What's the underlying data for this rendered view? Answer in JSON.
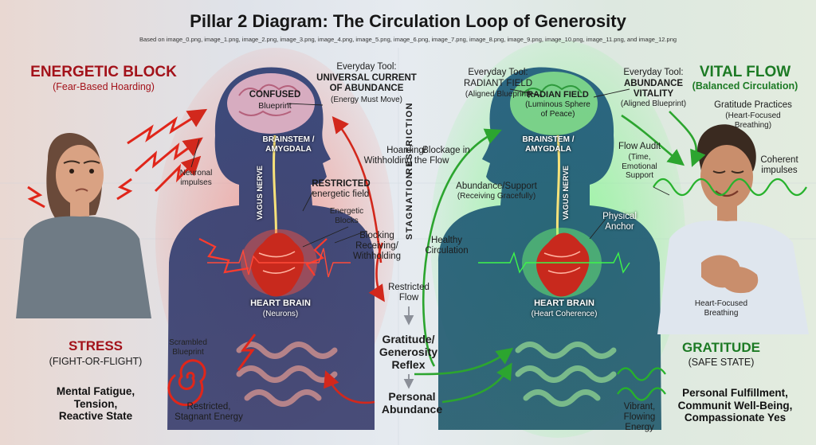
{
  "header": {
    "title": "Pillar 2 Diagram: The Circulation Loop of Generosity",
    "subtitle": "Based on image_0.png, image_1.png, image_2.png, image_3.png, image_4.png, image_5.png, image_6.png, image_7.png, image_8.png, image_9.png, image_10.png, image_11.png, and image_12.png"
  },
  "left": {
    "heading": "ENERGETIC BLOCK",
    "subheading": "(Fear-Based Hoarding)",
    "neuronal_impulses": "Neuronal\nimpulses",
    "state_title": "STRESS",
    "state_sub": "(FIGHT-OR-FLIGHT)",
    "effects": "Mental Fatigue,\nTension,\nReactive State",
    "scrambled": "Scrambled\nBlueprint",
    "restricted_energy": "Restricted,\nStagnant Energy",
    "color": "#a3121a"
  },
  "left_body": {
    "tool_line1": "Everyday Tool:",
    "tool_line2": "UNIVERSAL CURRENT\nOF ABUNDANCE",
    "tool_line3": "(Energy Must Move)",
    "brain_title": "CONFUSED",
    "brain_sub": "Blueprint",
    "brainstem": "BRAINSTEM /\nAMYGDALA",
    "vagus": "VAGUS NERVE",
    "restricted_field_1": "RESTRICTED",
    "restricted_field_2": "energetic field",
    "energetic_blocks": "Energetic\nBlocks",
    "heart_title": "HEART BRAIN",
    "heart_sub": "(Neurons)"
  },
  "center": {
    "vertical_restriction": "RESTRICTION",
    "vertical_stagnation": "STAGNATION",
    "hoarding": "Hoarding/\nWithholding the Flow",
    "blockage": "Blockage in",
    "blocking": "Blocking\nReceiving/\nWithholding",
    "healthy": "Healthy\nCirculation",
    "restricted_flow": "Restricted\nFlow",
    "reflex": "Gratitude/\nGenerosity\nReflex",
    "abundance": "Personal\nAbundance",
    "support_1": "Abundance/Support",
    "support_2": "(Receiving Gracefully)"
  },
  "right_body": {
    "tool1_line1": "Everyday Tool:",
    "tool1_line2": "RADIANT FIELD",
    "tool1_line3": "(Aligned Blueprint)",
    "tool2_line1": "Everyday Tool:",
    "tool2_line2": "ABUNDANCE\nVITALITY",
    "tool2_line3": "(Aligned Blueprint)",
    "brain_title": "RADIAN FIELD",
    "brain_sub": "(Luminous Sphere\nof Peace)",
    "brainstem": "BRAINSTEM /\nAMYGDALA",
    "vagus": "VAGUS NERVE",
    "flow_audit": "Flow Audit",
    "flow_audit_sub": "(Time,\nEmotional\nSupport",
    "physical_anchor": "Physical\nAnchor",
    "heart_title": "HEART BRAIN",
    "heart_sub": "(Heart Coherence)"
  },
  "right": {
    "heading": "VITAL FLOW",
    "subheading": "(Balanced Circulation)",
    "gratitude_practices": "Gratitude Practices",
    "gratitude_sub": "(Heart-Focused\nBreathing)",
    "coherent": "Coherent\nimpulses",
    "breathing": "Heart-Focused\nBreathing",
    "state_title": "GRATITUDE",
    "state_sub": "(SAFE STATE)",
    "effects": "Personal Fulfillment,\nCommunit Well-Being,\nCompassionate Yes",
    "vibrant": "Vibrant,\nFlowing\nEnergy",
    "color": "#1c7a24"
  }
}
